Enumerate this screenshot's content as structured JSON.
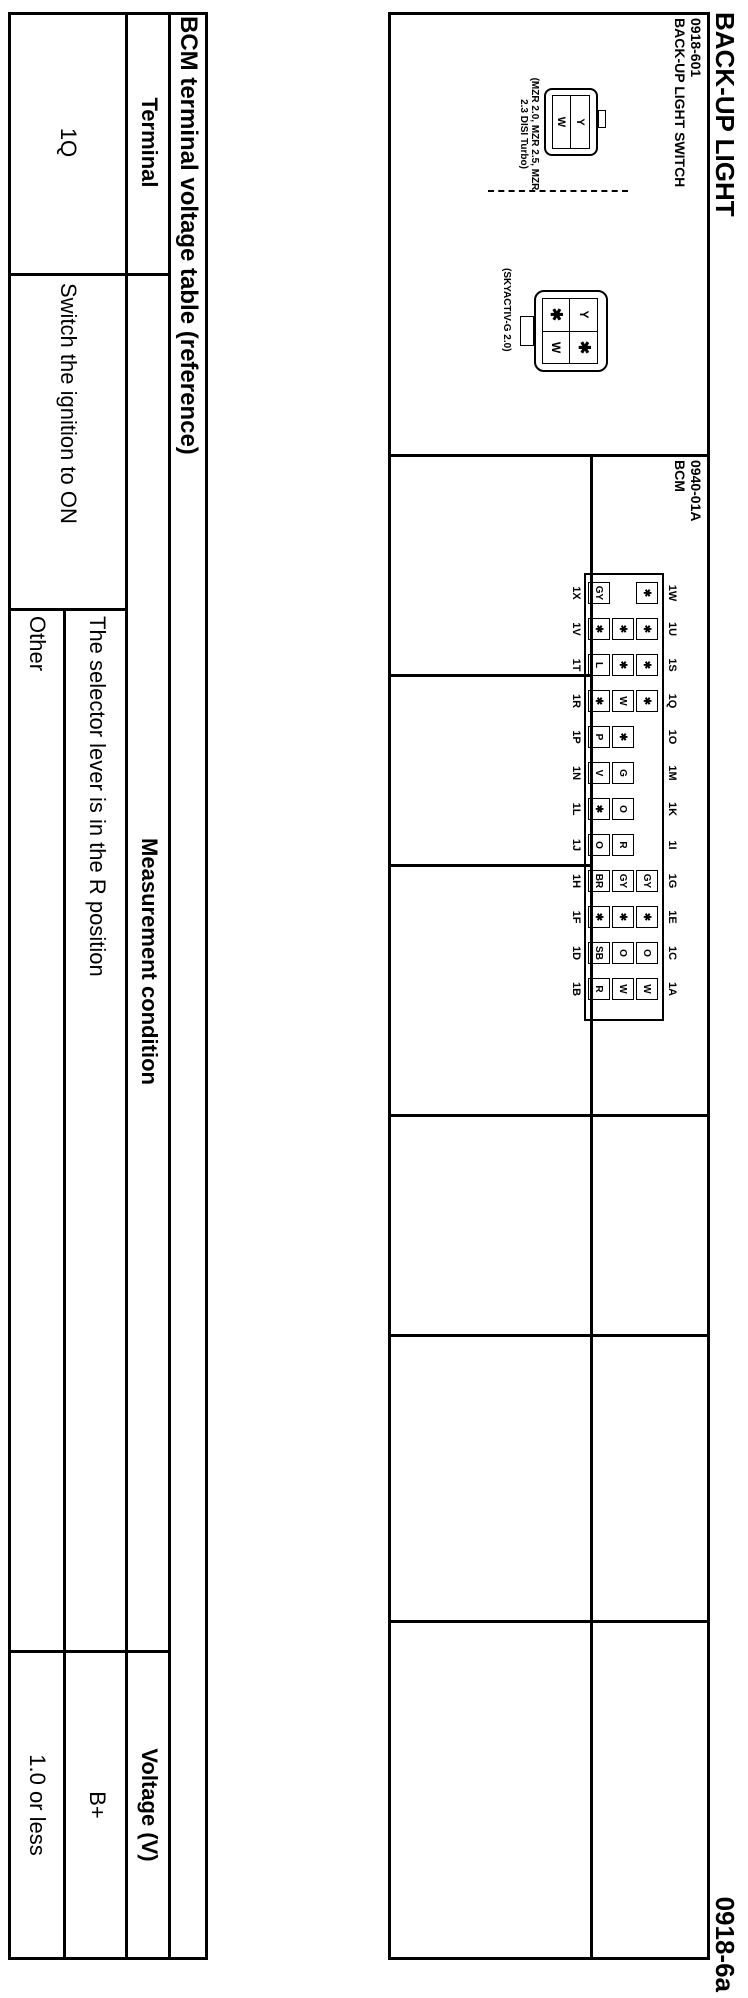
{
  "header": {
    "title": "BACK-UP LIGHT",
    "page_code": "0918-6a"
  },
  "connector_switch": {
    "code": "0918-601",
    "name": "BACK-UP LIGHT SWITCH",
    "variant1_note": "(MZR 2.0, MZR 2.5, MZR 2.3 DISI Turbo)",
    "variant1_pins": [
      "Y",
      "W"
    ],
    "variant2_note": "(SKYACTIV-G 2.0)",
    "variant2_pins": [
      "Y",
      "✱",
      "✱",
      "W"
    ]
  },
  "connector_bcm": {
    "code": "0940-01A",
    "name": "BCM",
    "top_labels": [
      "1W",
      "1U",
      "1S",
      "1Q",
      "1O",
      "1M",
      "1K",
      "1I",
      "1G",
      "1E",
      "1C",
      "1A"
    ],
    "bottom_labels": [
      "1X",
      "1V",
      "1T",
      "1R",
      "1P",
      "1N",
      "1L",
      "1J",
      "1H",
      "1F",
      "1D",
      "1B"
    ],
    "row1": [
      "✱",
      "✱",
      "✱",
      "✱",
      "",
      "",
      "",
      "",
      "GY",
      "✱",
      "O",
      "W"
    ],
    "row2": [
      "✱",
      "✱",
      "W",
      "✱",
      "G",
      "O",
      "R",
      "GY",
      "✱",
      "O",
      "W"
    ],
    "row3": [
      "GY",
      "✱",
      "L",
      "✱",
      "P",
      "V",
      "✱",
      "O",
      "BR",
      "✱",
      "SB",
      "R"
    ]
  },
  "table": {
    "title": "BCM terminal voltage table (reference)",
    "headers": {
      "terminal": "Terminal",
      "condition": "Measurement condition",
      "voltage": "Voltage (V)"
    },
    "rows": [
      {
        "terminal": "1Q",
        "condition_main": "Switch the ignition to ON",
        "sub": [
          {
            "condition": "The selector lever is in the R position",
            "voltage": "B+"
          },
          {
            "condition": "Other",
            "voltage": "1.0 or less"
          }
        ]
      }
    ]
  }
}
